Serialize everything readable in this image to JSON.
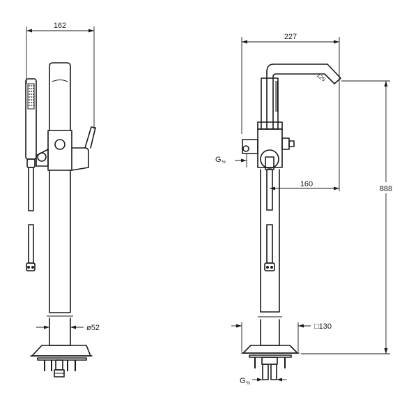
{
  "dimensions": {
    "width_left": "162",
    "width_right": "227",
    "height_total": "888",
    "pipe_diameter": "ø52",
    "spout_offset": "160",
    "spout_tip": "125",
    "base_square": "□130",
    "inlet_thread_main": "G",
    "inlet_thread_frac": "½",
    "supply_thread_main": "G",
    "supply_thread_frac": "⅜"
  }
}
